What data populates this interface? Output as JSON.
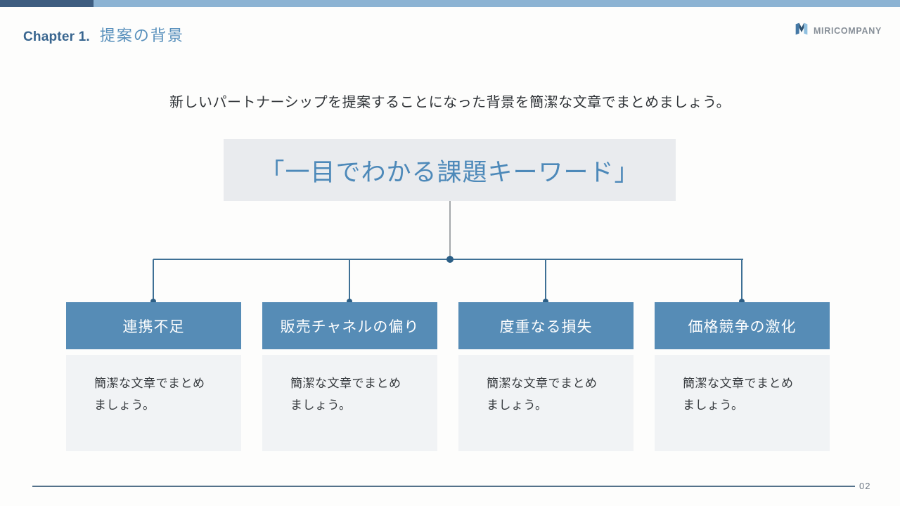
{
  "slide": {
    "header": {
      "chapter_label": "Chapter 1.",
      "title": "提案の背景"
    },
    "logo": {
      "company_name": "MIRICOMPANY"
    },
    "instruction": "新しいパートナーシップを提案することになった背景を簡潔な文章でまとめましょう。",
    "diagram": {
      "root_keyword": "「一目でわかる課題キーワード」",
      "nodes": [
        {
          "title": "連携不足",
          "description": "簡潔な文章でまとめましょう。"
        },
        {
          "title": "販売チャネルの偏り",
          "description": "簡潔な文章でまとめましょう。"
        },
        {
          "title": "度重なる損失",
          "description": "簡潔な文章でまとめましょう。"
        },
        {
          "title": "価格競争の激化",
          "description": "簡潔な文章でまとめましょう。"
        }
      ]
    },
    "footer": {
      "page_number": "02"
    },
    "colors": {
      "top_bar_accent": "#3e5d80",
      "top_bar": "#8cb3d3",
      "chapter_text": "#38658f",
      "title_text": "#5890bc",
      "root_box_bg": "#e9ebee",
      "root_box_text": "#4d89b9",
      "node_header_bg": "#568cb6",
      "node_body_bg": "#f1f3f5",
      "connector_blue": "#3e7095",
      "connector_gray": "#a4a8ab",
      "junction_dot": "#2c5f86",
      "footer_line": "#54718a"
    }
  }
}
